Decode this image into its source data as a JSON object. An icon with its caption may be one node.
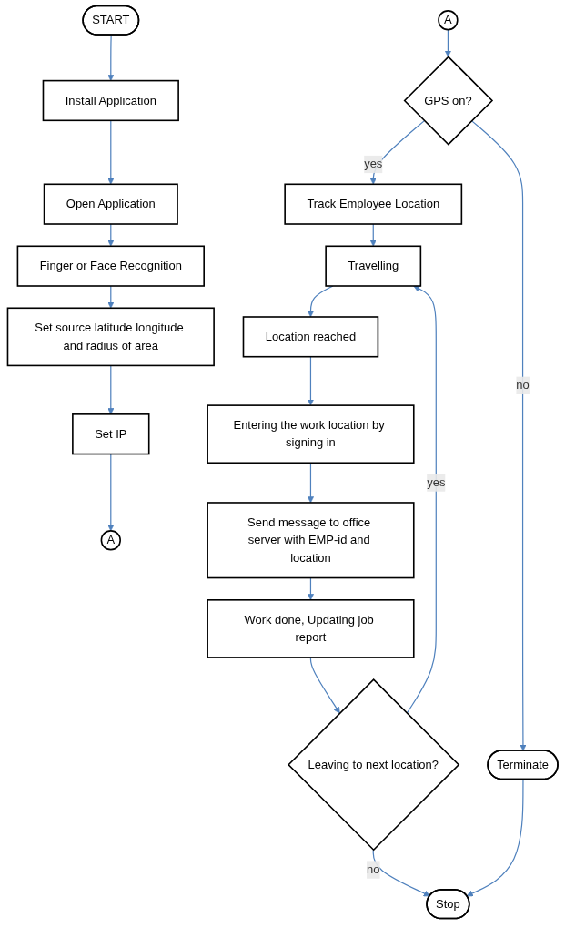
{
  "diagram": {
    "nodes": [
      {
        "text": [
          "START"
        ]
      },
      {
        "text": [
          "Install Application"
        ]
      },
      {
        "text": [
          "Open Application"
        ]
      },
      {
        "text": [
          "Finger or Face Recognition"
        ]
      },
      {
        "text": [
          "Set source latitude longitude and radius of area"
        ]
      },
      {
        "text": [
          "Set IP"
        ]
      },
      {
        "text": [
          "A"
        ]
      },
      {
        "text": [
          "A"
        ]
      },
      {
        "text": [
          "GPS on?"
        ]
      },
      {
        "text": [
          "Terminate"
        ]
      },
      {
        "text": [
          "Track Employee Location"
        ]
      },
      {
        "text": [
          "Travelling"
        ]
      },
      {
        "text": [
          "Location reached"
        ]
      },
      {
        "text": [
          "Entering the work location by signing in"
        ]
      },
      {
        "text": [
          "Send message to office server with EMP-id and location"
        ]
      },
      {
        "text": [
          "Work done, Updating job report"
        ]
      },
      {
        "text": [
          "Leaving to next location?"
        ]
      },
      {
        "text": [
          "Stop"
        ]
      }
    ],
    "edges": [
      {
        "from": 0,
        "to": 1,
        "arrow": "to"
      },
      {
        "from": 1,
        "to": 2,
        "arrow": "to"
      },
      {
        "from": 2,
        "to": 3,
        "arrow": "to"
      },
      {
        "from": 3,
        "to": 4,
        "arrow": "to"
      },
      {
        "from": 4,
        "to": 5,
        "arrow": "to"
      },
      {
        "from": 5,
        "to": 6,
        "arrow": "to"
      },
      {
        "from": 7,
        "to": 8,
        "arrow": "to"
      },
      {
        "from": 8,
        "to": 9,
        "label": "no",
        "arrow": "to"
      },
      {
        "from": 8,
        "to": 10,
        "label": "yes",
        "arrow": "to"
      },
      {
        "from": 10,
        "to": 11,
        "arrow": "to"
      },
      {
        "from": 11,
        "to": 12,
        "arrow": "to"
      },
      {
        "from": 12,
        "to": 13,
        "arrow": "to"
      },
      {
        "from": 13,
        "to": 14,
        "arrow": "to"
      },
      {
        "from": 14,
        "to": 15,
        "arrow": "to"
      },
      {
        "from": 15,
        "to": 16,
        "arrow": "to"
      },
      {
        "from": 16,
        "to": 11,
        "label": "yes",
        "arrow": "to"
      },
      {
        "from": 16,
        "to": 17,
        "label": "no",
        "arrow": "to"
      },
      {
        "from": 9,
        "to": 17,
        "arrow": "to"
      }
    ]
  }
}
